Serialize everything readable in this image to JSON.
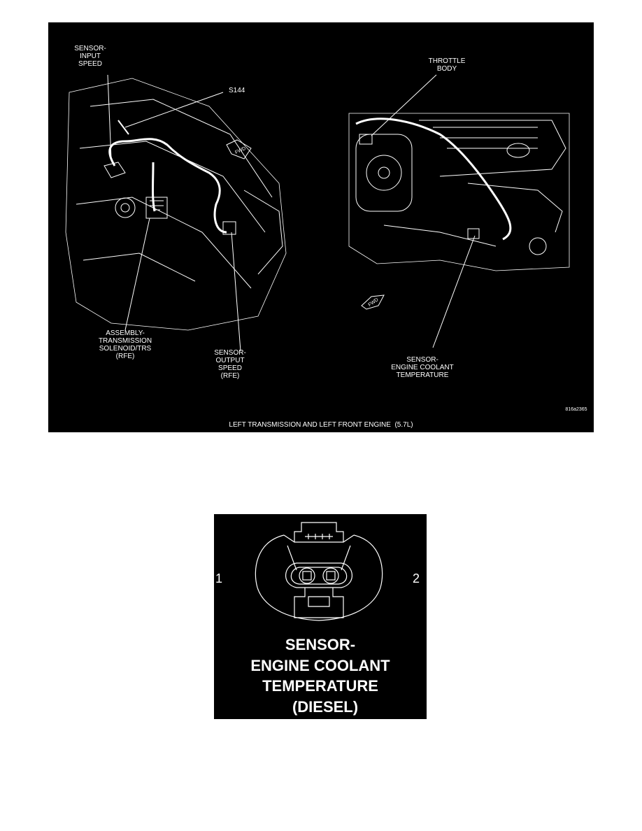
{
  "top_figure": {
    "caption": "LEFT TRANSMISSION AND LEFT FRONT ENGINE  (5.7L)",
    "figure_id": "816a2365",
    "labels": {
      "sensor_input_speed": "SENSOR-\nINPUT\nSPEED",
      "s144": "S144",
      "throttle_body": "THROTTLE\nBODY",
      "assembly_transmission_solenoid": "ASSEMBLY-\nTRANSMISSION\nSOLENOID/TRS\n(RFE)",
      "sensor_output_speed": "SENSOR-\nOUTPUT\nSPEED\n(RFE)",
      "sensor_engine_coolant_temperature": "SENSOR-\nENGINE COOLANT\nTEMPERATURE",
      "fwd_arrow_left": "FWD",
      "fwd_arrow_right": "FWD"
    }
  },
  "bottom_figure": {
    "pin_left": "1",
    "pin_right": "2",
    "title_line1": "SENSOR-",
    "title_line2": "ENGINE COOLANT",
    "title_line3": "TEMPERATURE",
    "title_line4": "(DIESEL)"
  }
}
